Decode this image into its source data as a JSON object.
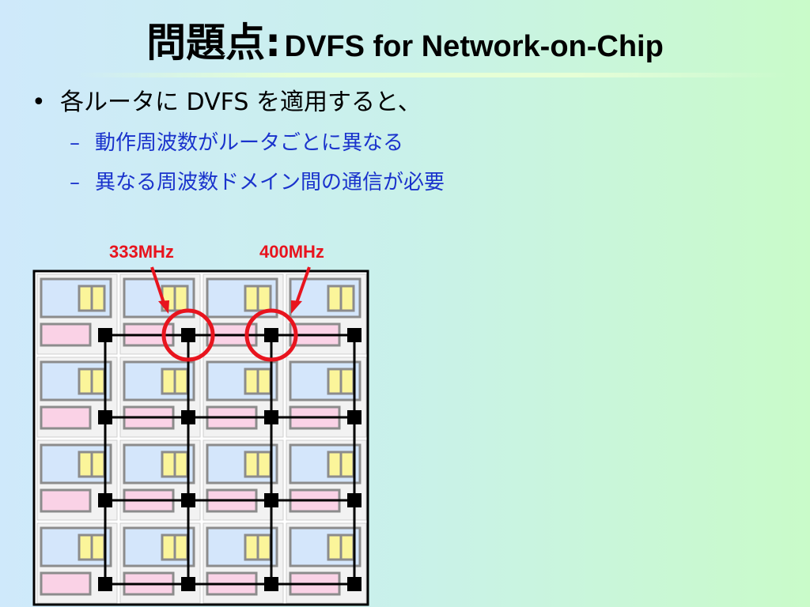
{
  "slide": {
    "title_jp": "問題点:",
    "title_en": "DVFS for Network-on-Chip",
    "bullet_main": "各ルータに DVFS を適用すると、",
    "bullet_main_symbol": "•",
    "sub_bullets": [
      "動作周波数がルータごとに異なる",
      "異なる周波数ドメイン間の通信が必要"
    ],
    "sub_bullet_symbol": "–"
  },
  "figure": {
    "label_left": "333MHz",
    "label_right": "400MHz",
    "grid_rows": 4,
    "grid_cols": 4,
    "colors": {
      "core_fill": "#d4e6fb",
      "mem_fill": "#fad2e6",
      "cache_fill": "#fbf59a",
      "tile_border": "#8c8c8c",
      "router": "#000000",
      "highlight": "#e8141e"
    }
  }
}
